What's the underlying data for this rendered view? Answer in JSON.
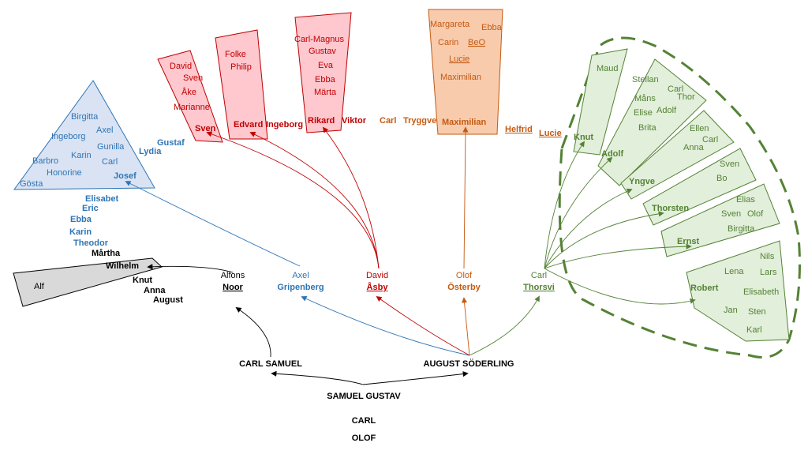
{
  "root": [
    "OLOF",
    "CARL",
    "SAMUEL GUSTAV"
  ],
  "branches": {
    "carl_samuel": "CARL SAMUEL",
    "august_soderling": "AUGUST SÖDERLING"
  },
  "noor": {
    "given": "Alfons",
    "family": "Noor",
    "members": [
      "Mårtha",
      "Wilhelm",
      "Knut",
      "Anna",
      "August"
    ],
    "box": [
      "Alf"
    ]
  },
  "gripenberg": {
    "given": "Axel",
    "family": "Gripenberg",
    "members": [
      "Lydia",
      "Gustaf",
      "Elisabet",
      "Eric",
      "Ebba",
      "Karin",
      "Theodor"
    ],
    "box": [
      "Birgitta",
      "Axel",
      "Ingeborg",
      "Gunilla",
      "Karin",
      "Barbro",
      "Carl",
      "Honorine",
      "Josef",
      "Gösta"
    ]
  },
  "asby": {
    "given": "David",
    "family": "Åsby",
    "members": [
      "Ingeborg",
      "Viktor"
    ],
    "sven_box": [
      "David",
      "Sven",
      "Åke",
      "Marianne",
      "Sven"
    ],
    "edvard_box": [
      "Folke",
      "Philip",
      "Edvard"
    ],
    "rikard_box": [
      "Carl-Magnus",
      "Gustav",
      "Eva",
      "Ebba",
      "Märta",
      "Rikard"
    ]
  },
  "osterby": {
    "given": "Olof",
    "family": "Österby",
    "members": [
      "Carl",
      "Tryggve"
    ],
    "box": [
      "Margareta",
      "Ebba",
      "Carin",
      "BeO",
      "Lucie",
      "Maximilian",
      "Maximilian"
    ]
  },
  "thorsvi": {
    "given": "Carl",
    "family": "Thorsvi",
    "members": [
      "Helfrid",
      "Lucie"
    ],
    "knut_box": [
      "Maud",
      "Knut"
    ],
    "adolf_box": [
      "Stellan",
      "Carl",
      "Måns",
      "Thor",
      "Elise",
      "Adolf",
      "Brita",
      "Adolf"
    ],
    "yngve_box": [
      "Ellen",
      "Carl",
      "Anna",
      "Yngve"
    ],
    "thorsten_box": [
      "Sven",
      "Bo",
      "Thorsten"
    ],
    "ernst_box": [
      "Elias",
      "Sven",
      "Olof",
      "Birgitta",
      "Ernst"
    ],
    "robert_box": [
      "Nils",
      "Lena",
      "Lars",
      "Robert",
      "Elisabeth",
      "Jan",
      "Sten",
      "Karl"
    ]
  },
  "colors": {
    "black": "#000000",
    "blue": "#2e75b6",
    "blue_fill": "#dae3f3",
    "red_text": "#c00000",
    "red_fill": "#ffc7ce",
    "red_stroke": "#c00000",
    "orange": "#c55a11",
    "orange_fill": "#f8cbad",
    "green": "#548235",
    "green_fill": "#e2efda",
    "gray_fill": "#d9d9d9"
  }
}
